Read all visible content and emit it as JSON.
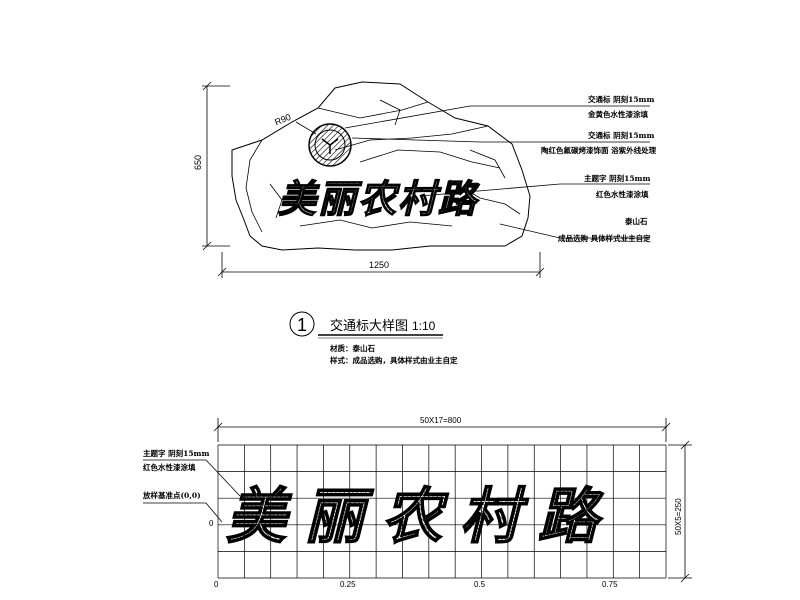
{
  "colors": {
    "line": "#000000",
    "background": "#ffffff",
    "hatch": "#000000"
  },
  "elevation": {
    "dim_height": "650",
    "dim_width": "1250",
    "radius_label": "R90",
    "sign_text": "美丽农村路",
    "callouts": [
      {
        "title": "交通标 阴刻15mm",
        "note": "金黄色水性漆涂填"
      },
      {
        "title": "交通标 阴刻15mm",
        "note": "陶红色氟碳烤漆饰面 浴紫外线处理"
      },
      {
        "title": "主题字 阴刻15mm",
        "note": "红色水性漆涂填"
      },
      {
        "title": "泰山石",
        "note": "成品选购 具体样式业主自定"
      }
    ]
  },
  "detail_title": {
    "number": "1",
    "name": "交通标大样图",
    "scale": "1:10",
    "material_line": "材质：泰山石",
    "style_line": "样式：成品选购，具体样式由业主自定"
  },
  "grid_plan": {
    "dim_top": "50X17=800",
    "dim_right": "50X5=250",
    "left_label_1": "主题字 阴刻15mm",
    "left_label_2": "红色水性漆涂填",
    "origin_label": "放样基准点(0,0)",
    "origin_zero": "0",
    "axis_ticks": [
      "0",
      "0.25",
      "0.5",
      "0.75"
    ],
    "calligraphy": "美丽农村路"
  }
}
